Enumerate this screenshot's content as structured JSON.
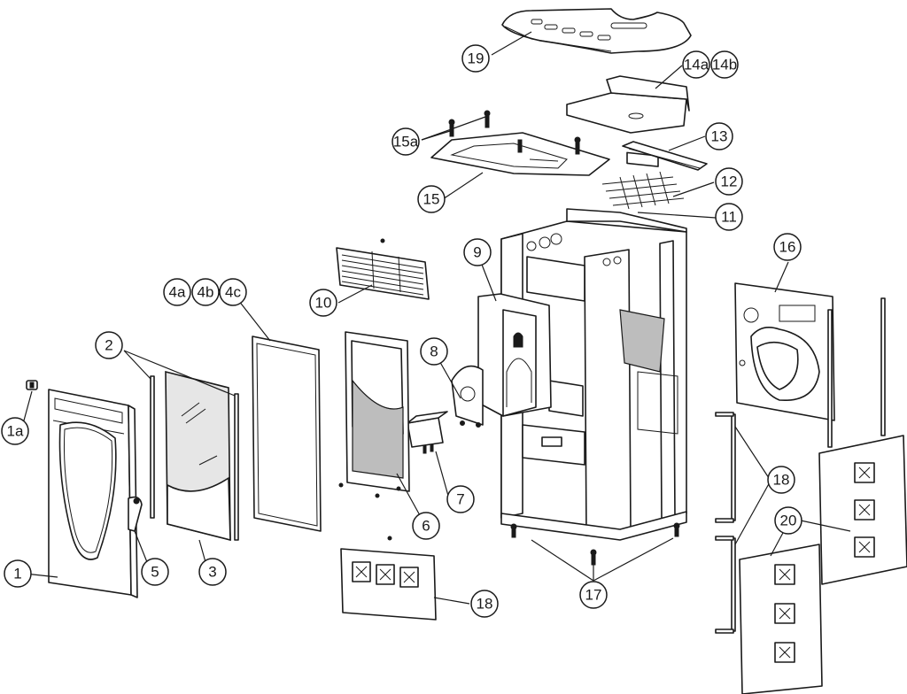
{
  "callouts": [
    {
      "id": "c1",
      "label": "1"
    },
    {
      "id": "c1a",
      "label": "1a"
    },
    {
      "id": "c2",
      "label": "2"
    },
    {
      "id": "c3",
      "label": "3"
    },
    {
      "id": "c4a",
      "label": "4a"
    },
    {
      "id": "c4b",
      "label": "4b"
    },
    {
      "id": "c4c",
      "label": "4c"
    },
    {
      "id": "c5",
      "label": "5"
    },
    {
      "id": "c6",
      "label": "6"
    },
    {
      "id": "c7",
      "label": "7"
    },
    {
      "id": "c8",
      "label": "8"
    },
    {
      "id": "c9",
      "label": "9"
    },
    {
      "id": "c10",
      "label": "10"
    },
    {
      "id": "c11",
      "label": "11"
    },
    {
      "id": "c12",
      "label": "12"
    },
    {
      "id": "c13",
      "label": "13"
    },
    {
      "id": "c14a",
      "label": "14a"
    },
    {
      "id": "c14b",
      "label": "14b"
    },
    {
      "id": "c15",
      "label": "15"
    },
    {
      "id": "c15a",
      "label": "15a"
    },
    {
      "id": "c16",
      "label": "16"
    },
    {
      "id": "c17",
      "label": "17"
    },
    {
      "id": "c18a",
      "label": "18"
    },
    {
      "id": "c18b",
      "label": "18"
    },
    {
      "id": "c19",
      "label": "19"
    },
    {
      "id": "c20",
      "label": "20"
    }
  ]
}
